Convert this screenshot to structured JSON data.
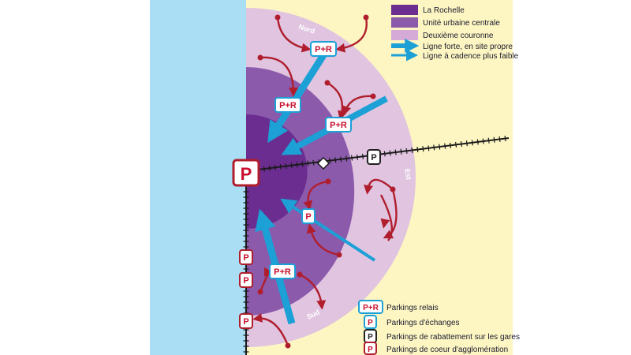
{
  "colors": {
    "sea": "#a9def5",
    "land": "#fdf6c2",
    "center": "#6b2d90",
    "urban": "#8b5aab",
    "ring": "#e0c4e0",
    "line_blue": "#1ca0d6",
    "arrow_red": "#b01e2d",
    "rail": "#1a1a1a"
  },
  "legend_zones": [
    {
      "label": "La Rochelle",
      "color": "#6b2d90"
    },
    {
      "label": "Unité urbaine centrale",
      "color": "#8b5aab"
    },
    {
      "label": "Deuxième couronne",
      "color": "#d6aad6"
    }
  ],
  "legend_lines": [
    {
      "label": "Ligne forte, en site propre"
    },
    {
      "label": "Ligne à cadence plus faible"
    }
  ],
  "sector_labels": {
    "north": "Nord",
    "east": "Est",
    "south": "Sud"
  },
  "badges": {
    "pr": "P+R",
    "p": "P"
  },
  "legend_parkings": [
    {
      "symbol": "P+R",
      "label": "Parkings relais",
      "style": "relay"
    },
    {
      "symbol": "P",
      "label": "Parkings d'échanges",
      "style": "exchange"
    },
    {
      "symbol": "P",
      "label": "Parkings de rabattement sur les gares",
      "style": "station"
    },
    {
      "symbol": "P",
      "label": "Parkings de coeur d'agglomération",
      "style": "core"
    }
  ]
}
